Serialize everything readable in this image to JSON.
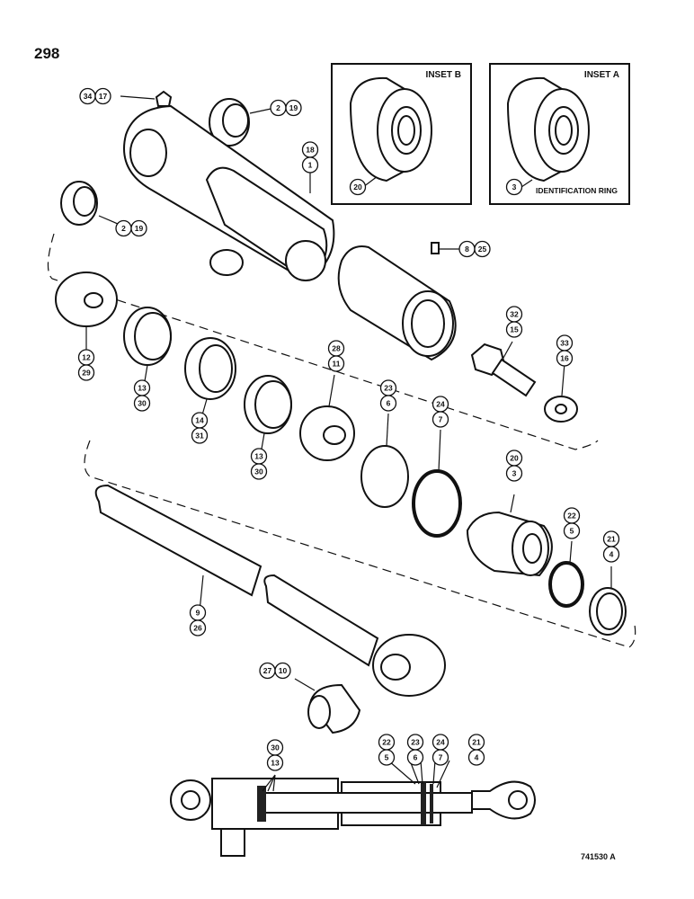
{
  "page_number": "298",
  "figure_code": "741530 A",
  "insets": {
    "b": {
      "title": "INSET B"
    },
    "a": {
      "title": "INSET A",
      "id_ring_label": "IDENTIFICATION RING"
    }
  },
  "callouts": [
    {
      "id": "c34-17",
      "nums": [
        "34",
        "17"
      ]
    },
    {
      "id": "c2-19-top",
      "nums": [
        "2",
        "19"
      ]
    },
    {
      "id": "c18-1",
      "nums": [
        "18",
        "1"
      ]
    },
    {
      "id": "c2-19-left",
      "nums": [
        "2",
        "19"
      ]
    },
    {
      "id": "c8-25",
      "nums": [
        "8",
        "25"
      ]
    },
    {
      "id": "c12-29",
      "nums": [
        "12",
        "29"
      ]
    },
    {
      "id": "c13-30-a",
      "nums": [
        "13",
        "30"
      ]
    },
    {
      "id": "c14-31",
      "nums": [
        "14",
        "31"
      ]
    },
    {
      "id": "c13-30-b",
      "nums": [
        "13",
        "30"
      ]
    },
    {
      "id": "c28-11",
      "nums": [
        "28",
        "11"
      ]
    },
    {
      "id": "c23-6",
      "nums": [
        "23",
        "6"
      ]
    },
    {
      "id": "c24-7",
      "nums": [
        "24",
        "7"
      ]
    },
    {
      "id": "c32-15",
      "nums": [
        "32",
        "15"
      ]
    },
    {
      "id": "c33-16",
      "nums": [
        "33",
        "16"
      ]
    },
    {
      "id": "c20-3",
      "nums": [
        "20",
        "3"
      ]
    },
    {
      "id": "c22-5",
      "nums": [
        "22",
        "5"
      ]
    },
    {
      "id": "c21-4",
      "nums": [
        "21",
        "4"
      ]
    },
    {
      "id": "c9-26",
      "nums": [
        "9",
        "26"
      ]
    },
    {
      "id": "c27-10",
      "nums": [
        "27",
        "10"
      ]
    },
    {
      "id": "c20-inset",
      "nums": [
        "20"
      ]
    },
    {
      "id": "c3-inset",
      "nums": [
        "3"
      ]
    },
    {
      "id": "c30-13-asm",
      "nums": [
        "30",
        "13"
      ]
    },
    {
      "id": "c22-5-asm",
      "nums": [
        "22",
        "5"
      ]
    },
    {
      "id": "c23-6-asm",
      "nums": [
        "23",
        "6"
      ]
    },
    {
      "id": "c24-7-asm",
      "nums": [
        "24",
        "7"
      ]
    },
    {
      "id": "c21-4-asm",
      "nums": [
        "21",
        "4"
      ]
    }
  ]
}
